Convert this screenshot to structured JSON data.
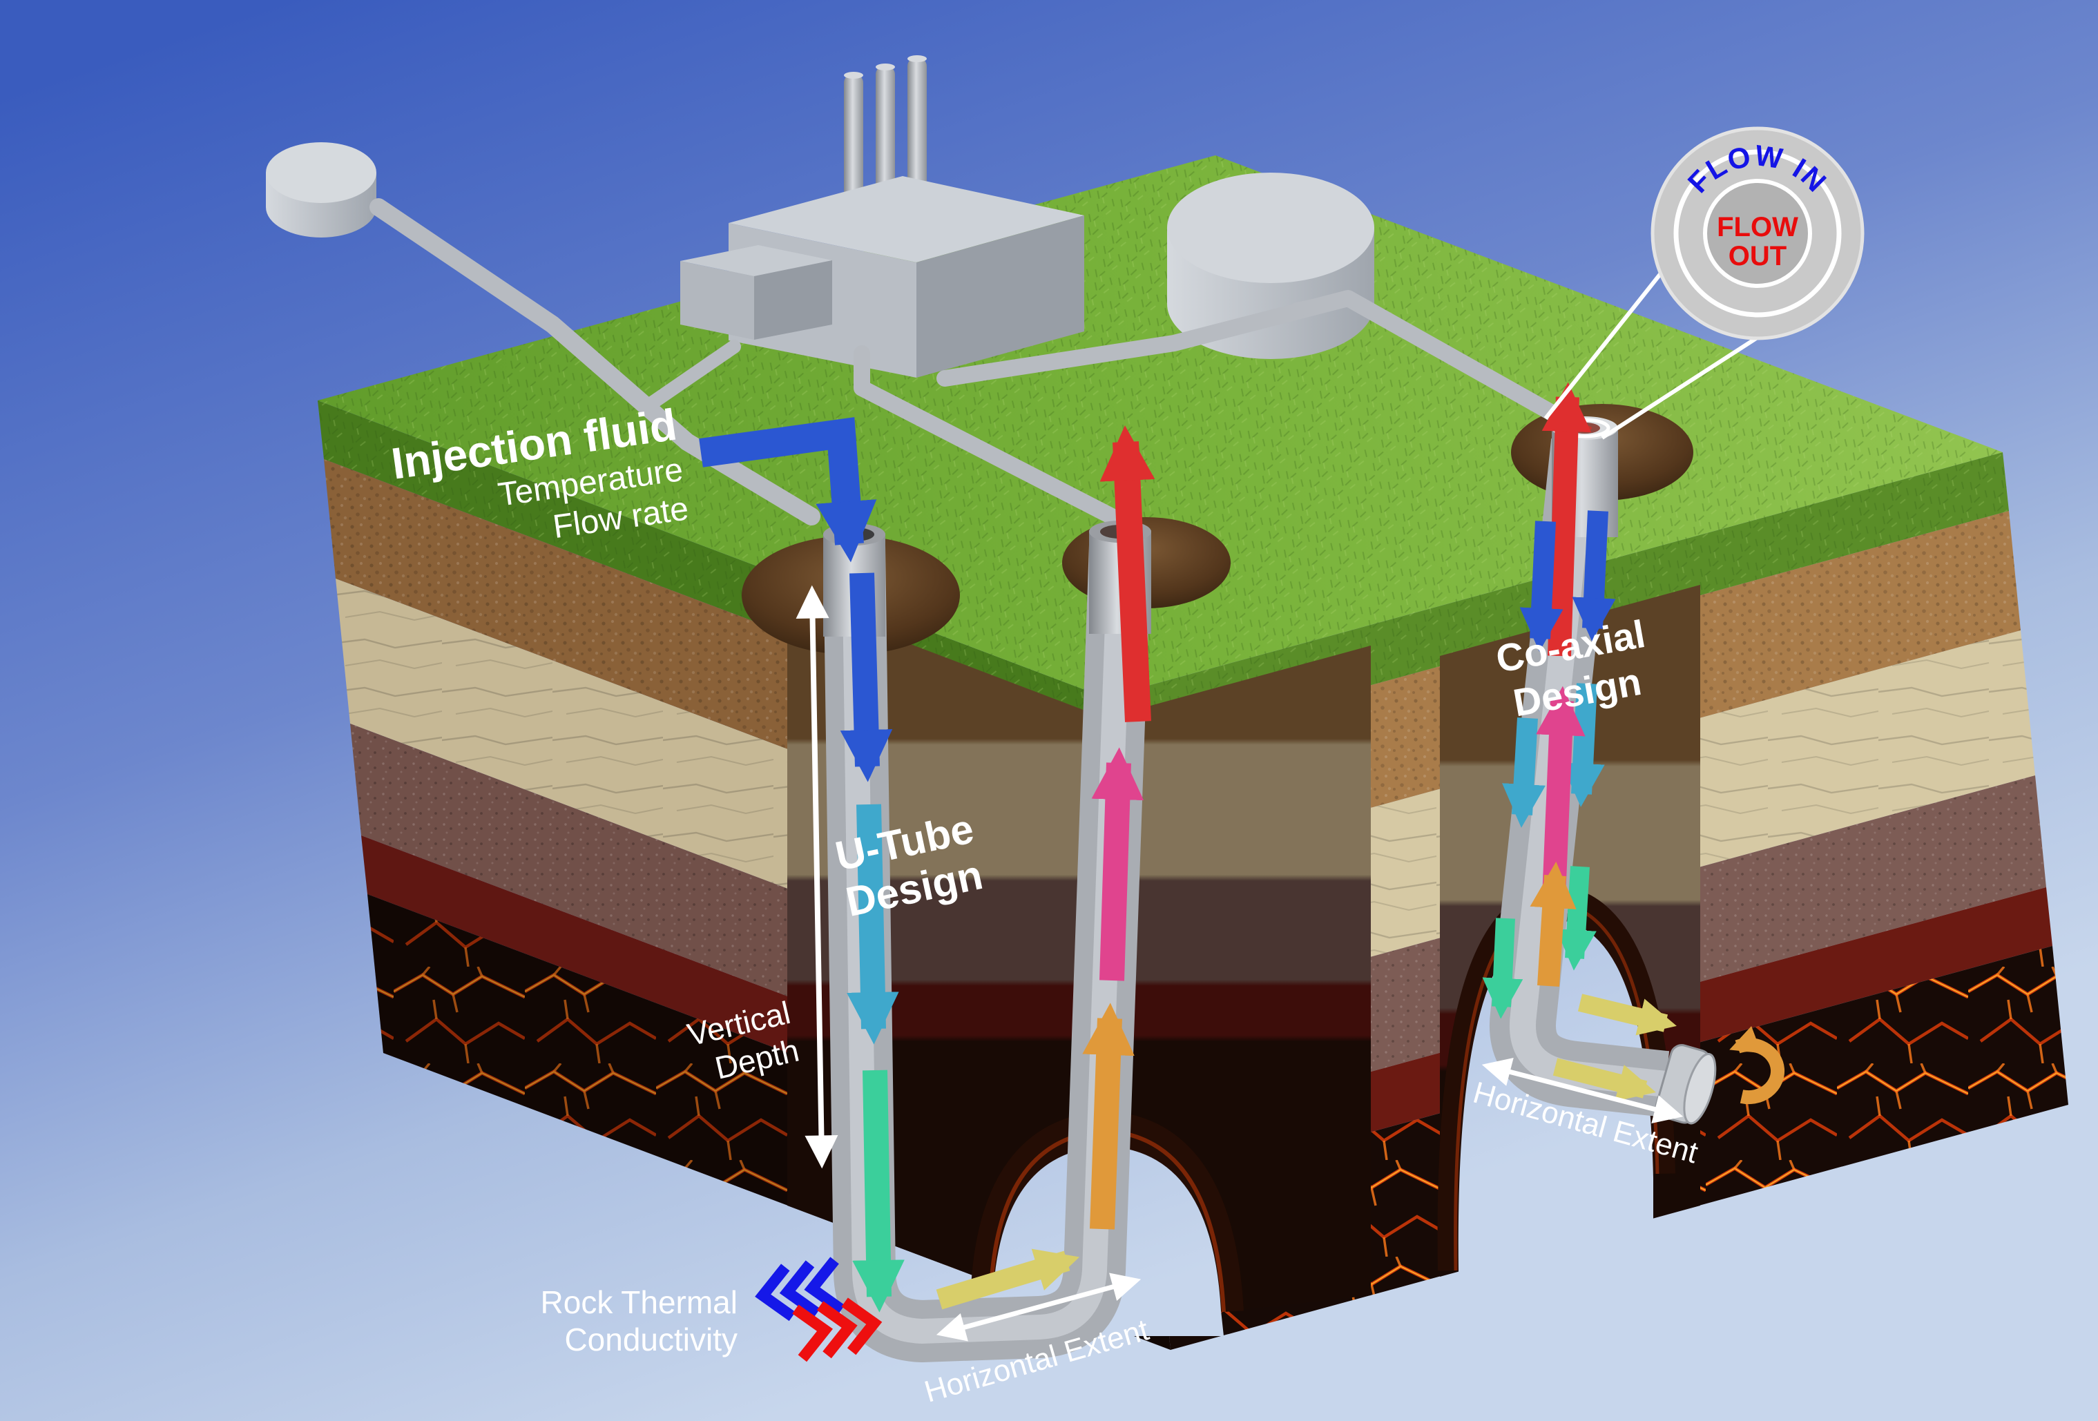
{
  "scene": {
    "injection": {
      "title": "Injection fluid",
      "temperature": "Temperature",
      "flow_rate": "Flow rate"
    },
    "utube": {
      "line1": "U-Tube",
      "line2": "Design"
    },
    "coaxial": {
      "line1": "Co-axial",
      "line2": "Design"
    },
    "vertical_depth": {
      "line1": "Vertical",
      "line2": "Depth"
    },
    "rock_thermal": {
      "line1": "Rock Thermal",
      "line2": "Conductivity"
    },
    "horizontal_extent_utube": "Horizontal Extent",
    "horizontal_extent_coaxial": "Horizontal Extent",
    "inset": {
      "flow_in": "FLOW IN",
      "flow_out_line1": "FLOW",
      "flow_out_line2": "OUT"
    },
    "colors": {
      "sky_top": "#3a5cbe",
      "sky_bottom": "#c7d6ec",
      "grass": "#74ad36",
      "soil_brown": "#8a6138",
      "sandstone": "#cdbf9c",
      "conglomerate": "#715049",
      "red_rock": "#5f1712",
      "magma": "#1a0b07",
      "lava_crack": "#ff6b1a",
      "pipe_gray": "#a9adb3",
      "arrow_blue": "#2b57d2",
      "arrow_cyan": "#3fa8cc",
      "arrow_teal": "#3bcf9b",
      "arrow_yellow": "#d8ce6a",
      "arrow_orange": "#e0993a",
      "arrow_pink": "#e0448e",
      "arrow_red": "#df2f2f",
      "annotation_white": "#ffffff",
      "flow_in_blue": "#1414e6",
      "flow_out_red": "#e80c0c"
    }
  }
}
